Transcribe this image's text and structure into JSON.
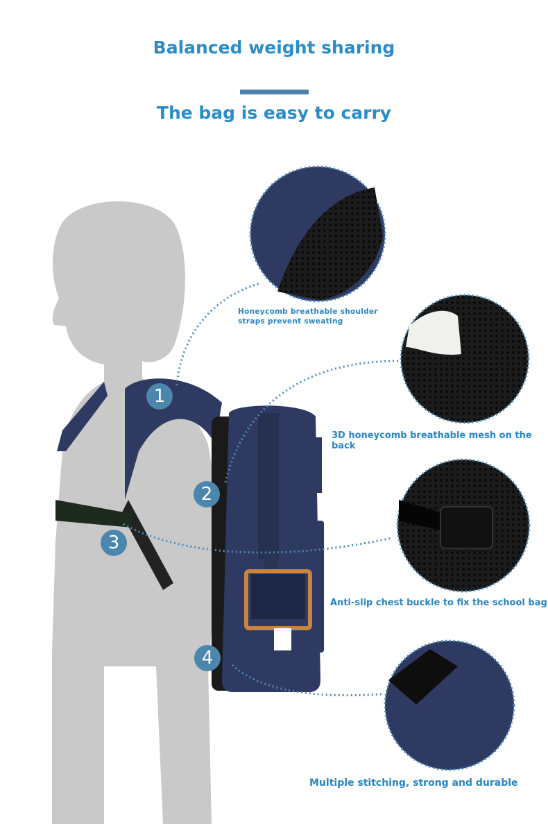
{
  "header": {
    "title": "Balanced weight sharing",
    "subtitle": "The bag is easy to carry"
  },
  "features": [
    {
      "number": "1",
      "caption": "Honeycomb breathable shoulder straps prevent sweating"
    },
    {
      "number": "2",
      "caption": "3D honeycomb breathable mesh on the back"
    },
    {
      "number": "3",
      "caption": "Anti-slip chest buckle to fix the school bag"
    },
    {
      "number": "4",
      "caption": "Multiple stitching, strong and durable"
    }
  ],
  "colors": {
    "accent": "#2a8cc9",
    "badge": "#4b86ad",
    "silhouette": "#c9c9c9",
    "backpack": "#2f3a62"
  }
}
